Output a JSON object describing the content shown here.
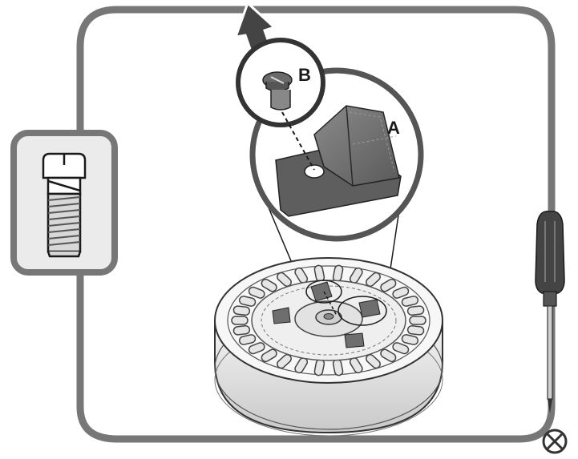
{
  "diagram": {
    "callouts": [
      {
        "id": "A",
        "label": "A",
        "part": "bracket"
      },
      {
        "id": "B",
        "label": "B",
        "part": "screw"
      }
    ],
    "icons": {
      "frame": "rounded-frame",
      "screw_inset": "screw-icon",
      "tool": "screwdriver-icon",
      "exit_arrow": "arrow-up-icon",
      "remove_marker": "circle-x-icon"
    },
    "colors": {
      "frame_stroke": "#777777",
      "inset_fill": "#ebebeb",
      "part_fill": "#6e6e6e",
      "tool_handle": "#444444",
      "line": "#1a1a1a"
    }
  }
}
